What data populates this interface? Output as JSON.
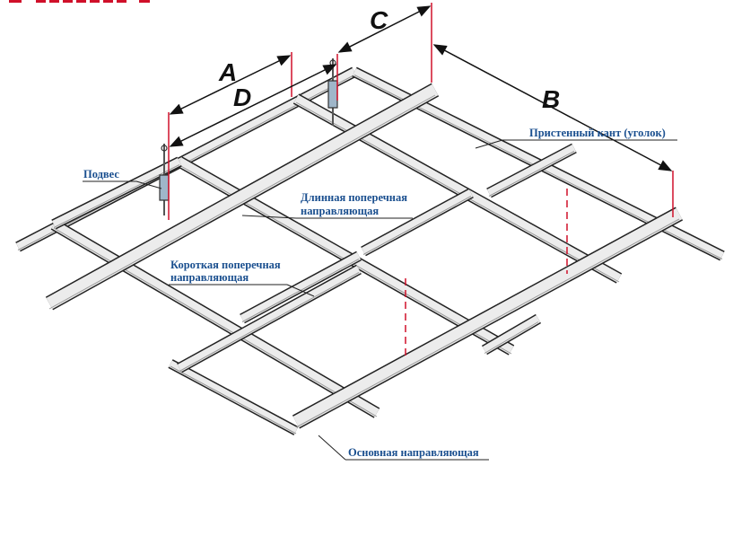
{
  "title": "Схема подвесного потолка (каркас)",
  "dimensions": {
    "a": "A",
    "b": "B",
    "c": "C",
    "d": "D"
  },
  "labels": {
    "hanger": "Подвес",
    "long_tee_1": "Длинная поперечная",
    "long_tee_2": "направляющая",
    "short_tee_1": "Короткая поперечная",
    "short_tee_2": "направляющая",
    "wall_angle": "Пристенный кант (уголок)",
    "main_runner": "Основная направляющая"
  },
  "colors": {
    "label": "#1a4f8f",
    "dimension_marker": "#d0102a",
    "beam_fill": "#ececec",
    "beam_edge": "#222222"
  }
}
